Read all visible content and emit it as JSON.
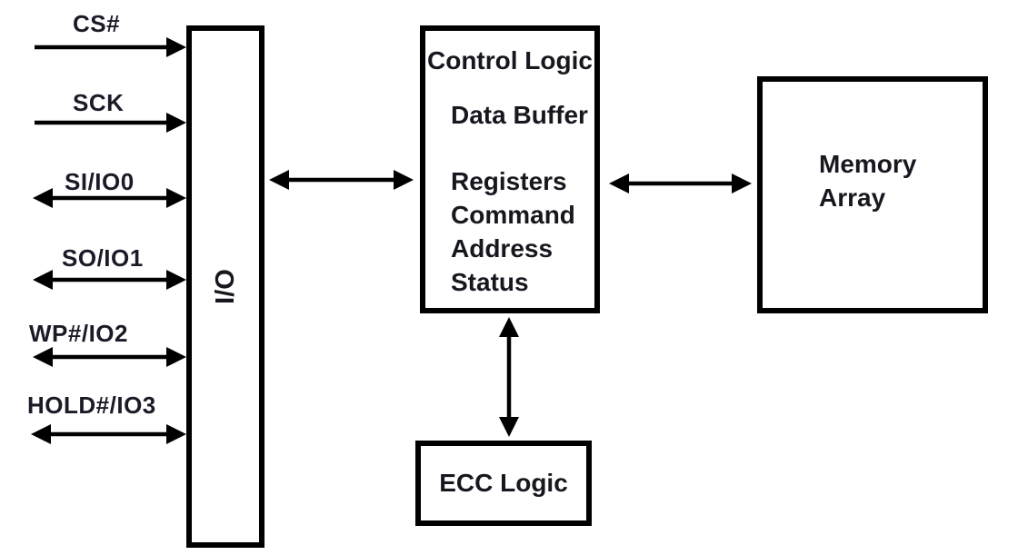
{
  "palette": {
    "background": "#ffffff",
    "line_color": "#000000",
    "text_color": "#17171f"
  },
  "signals": [
    {
      "label": "CS#",
      "direction": "input"
    },
    {
      "label": "SCK",
      "direction": "input"
    },
    {
      "label": "SI/IO0",
      "direction": "bidirectional"
    },
    {
      "label": "SO/IO1",
      "direction": "bidirectional"
    },
    {
      "label": "WP#/IO2",
      "direction": "bidirectional"
    },
    {
      "label": "HOLD#/IO3",
      "direction": "bidirectional"
    }
  ],
  "blocks": {
    "io": {
      "label": "I/O"
    },
    "control_logic": {
      "title": "Control Logic",
      "lines": [
        "Data Buffer",
        "Registers",
        "Command",
        "Address",
        "Status"
      ]
    },
    "memory": {
      "label": "Memory\nArray"
    },
    "ecc": {
      "label": "ECC Logic"
    }
  },
  "connections": [
    {
      "from": "I/O",
      "to": "Control Logic",
      "type": "bidirectional"
    },
    {
      "from": "Control Logic",
      "to": "Memory Array",
      "type": "bidirectional"
    },
    {
      "from": "Control Logic",
      "to": "ECC Logic",
      "type": "bidirectional"
    }
  ]
}
